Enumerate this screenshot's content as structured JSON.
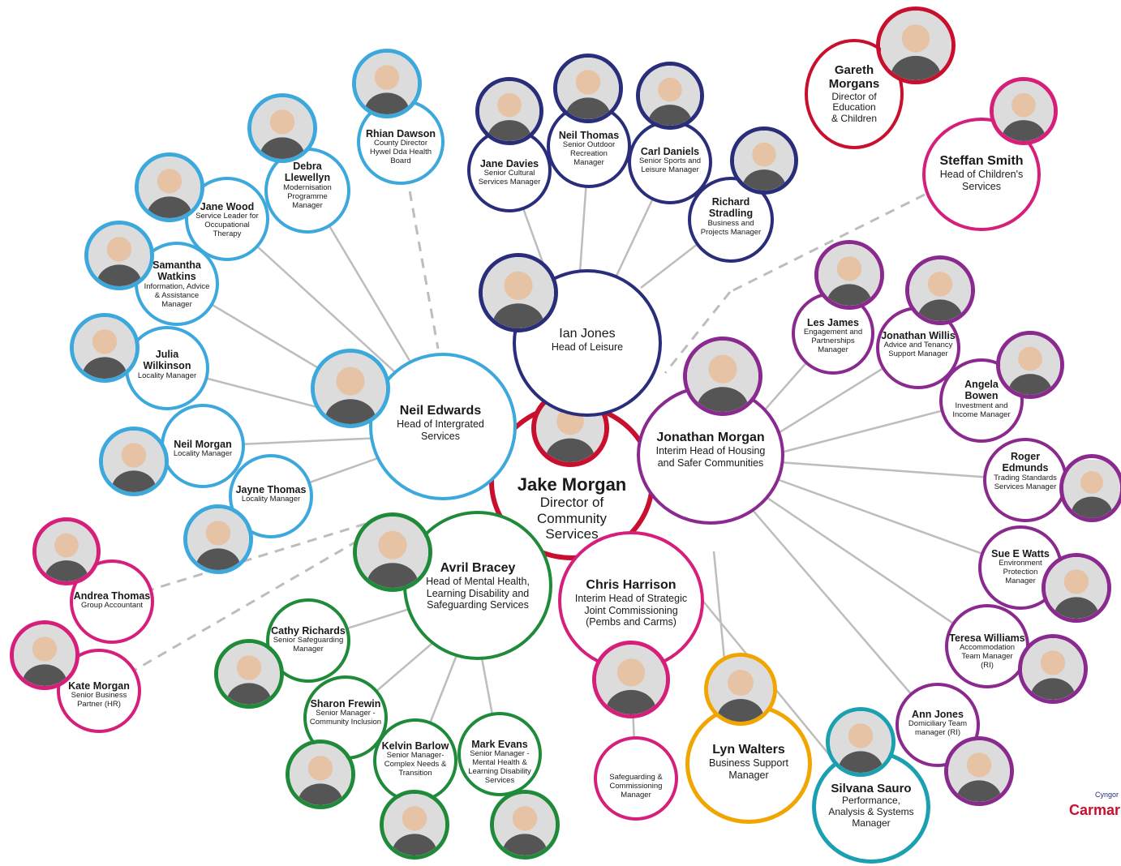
{
  "colors": {
    "red": "#c8102e",
    "light_blue": "#3ca8dc",
    "navy": "#2a2e7a",
    "purple": "#8a2a8e",
    "green": "#1f8a3a",
    "magenta": "#d61f7a",
    "orange": "#f0a500",
    "teal": "#1aa0b0",
    "line": "#bdbdbd"
  },
  "people": {
    "jake": {
      "name": "Jake Morgan",
      "role_lines": [
        "Director of",
        "Community",
        "Services"
      ]
    },
    "ian": {
      "name": "Ian Jones",
      "role": "Head of Leisure"
    },
    "neil_e": {
      "name": "Neil Edwards",
      "role_lines": [
        "Head of Intergrated",
        "Services"
      ]
    },
    "jonathan_m": {
      "name": "Jonathan Morgan",
      "role_lines": [
        "Interim Head of Housing",
        "and Safer Communities"
      ]
    },
    "avril": {
      "name": "Avril Bracey",
      "role_lines": [
        "Head of Mental Health,",
        "Learning Disability and",
        "Safeguarding Services"
      ]
    },
    "chris": {
      "name": "Chris Harrison",
      "role_lines": [
        "Interim Head of Strategic",
        "Joint Commissioning",
        "(Pembs and Carms)"
      ]
    },
    "lyn": {
      "name": "Lyn Walters",
      "role_lines": [
        "Business Support",
        "Manager"
      ]
    },
    "silvana": {
      "name": "Silvana Sauro",
      "role_lines": [
        "Performance,",
        "Analysis & Systems",
        "Manager"
      ]
    },
    "gareth": {
      "name_lines": [
        "Gareth",
        "Morgans"
      ],
      "role_lines": [
        "Director of",
        "Education",
        "& Children"
      ]
    },
    "steffan": {
      "name": "Steffan Smith",
      "role_lines": [
        "Head of Children's",
        "Services"
      ]
    },
    "rhian": {
      "name": "Rhian Dawson",
      "role_lines": [
        "County Director",
        "Hywel Dda Health",
        "Board"
      ]
    },
    "debra": {
      "name_lines": [
        "Debra",
        "Llewellyn"
      ],
      "role_lines": [
        "Modernisation",
        "Programme",
        "Manager"
      ]
    },
    "jane_w": {
      "name": "Jane Wood",
      "role_lines": [
        "Service Leader for",
        "Occupational",
        "Therapy"
      ]
    },
    "samantha": {
      "name_lines": [
        "Samantha",
        "Watkins"
      ],
      "role_lines": [
        "Information, Advice",
        "& Assistance",
        "Manager"
      ]
    },
    "julia": {
      "name_lines": [
        "Julia",
        "Wilkinson"
      ],
      "role_lines": [
        "Locality Manager"
      ]
    },
    "neil_m": {
      "name": "Neil Morgan",
      "role_lines": [
        "Locality Manager"
      ]
    },
    "jayne": {
      "name": "Jayne Thomas",
      "role_lines": [
        "Locality Manager"
      ]
    },
    "andrea": {
      "name": "Andrea Thomas",
      "role_lines": [
        "Group Accountant"
      ]
    },
    "kate": {
      "name": "Kate Morgan",
      "role_lines": [
        "Senior Business",
        "Partner (HR)"
      ]
    },
    "jane_d": {
      "name": "Jane Davies",
      "role_lines": [
        "Senior Cultural",
        "Services Manager"
      ]
    },
    "neil_t": {
      "name": "Neil Thomas",
      "role_lines": [
        "Senior Outdoor",
        "Recreation",
        "Manager"
      ]
    },
    "carl": {
      "name": "Carl Daniels",
      "role_lines": [
        "Senior Sports and",
        "Leisure Manager"
      ]
    },
    "richard": {
      "name_lines": [
        "Richard",
        "Stradling"
      ],
      "role_lines": [
        "Business and",
        "Projects Manager"
      ]
    },
    "les": {
      "name": "Les James",
      "role_lines": [
        "Engagement and",
        "Partnerships",
        "Manager"
      ]
    },
    "jonathan_w": {
      "name": "Jonathan Willis",
      "role_lines": [
        "Advice and Tenancy",
        "Support Manager"
      ]
    },
    "angela": {
      "name_lines": [
        "Angela",
        "Bowen"
      ],
      "role_lines": [
        "Investment and",
        "Income Manager"
      ]
    },
    "roger": {
      "name_lines": [
        "Roger",
        "Edmunds"
      ],
      "role_lines": [
        "Trading Standards",
        "Services Manager"
      ]
    },
    "sue": {
      "name": "Sue E Watts",
      "role_lines": [
        "Environment",
        "Protection",
        "Manager"
      ]
    },
    "teresa": {
      "name": "Teresa Williams",
      "role_lines": [
        "Accommodation",
        "Team Manager",
        "(RI)"
      ]
    },
    "ann": {
      "name": "Ann Jones",
      "role_lines": [
        "Domiciliary Team",
        "manager (RI)"
      ]
    },
    "cathy": {
      "name": "Cathy Richards",
      "role_lines": [
        "Senior Safeguarding",
        "Manager"
      ]
    },
    "sharon": {
      "name": "Sharon Frewin",
      "role_lines": [
        "Senior Manager -",
        "Community Inclusion"
      ]
    },
    "kelvin": {
      "name": "Kelvin Barlow",
      "role_lines": [
        "Senior Manager-",
        "Complex Needs &",
        "Transition"
      ]
    },
    "mark": {
      "name": "Mark Evans",
      "role_lines": [
        "Senior Manager -",
        "Mental Health &",
        "Learning Disability",
        "Services"
      ]
    },
    "safeguarding": {
      "role_lines": [
        "Safeguarding &",
        "Commissioning",
        "Manager"
      ]
    }
  },
  "logo": {
    "top": "Cyngor",
    "bottom": "Carmar"
  }
}
